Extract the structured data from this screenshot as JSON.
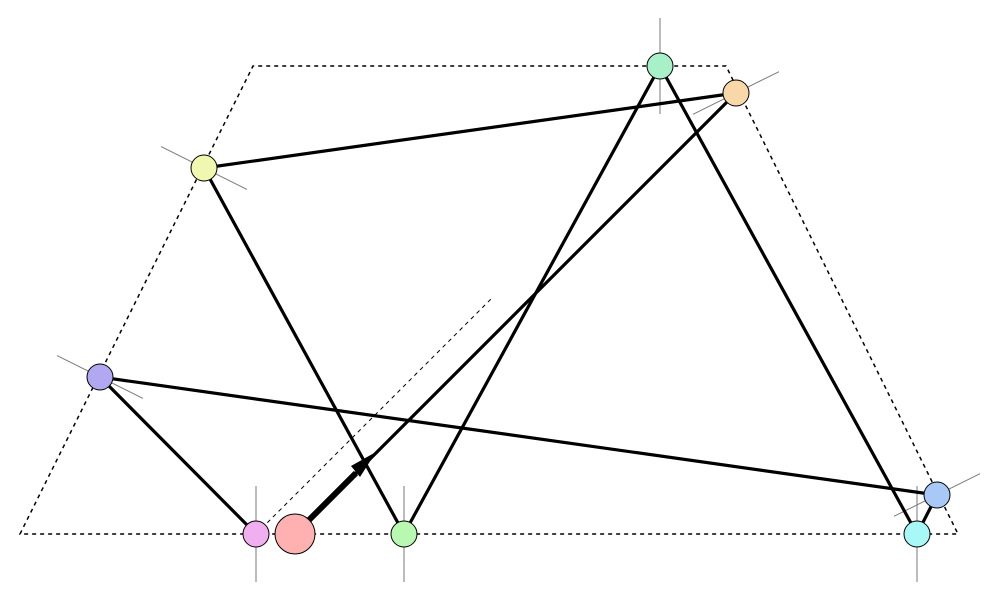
{
  "diagram": {
    "type": "trapezoid-billiard-trajectory",
    "boundary_style": "dotted",
    "colors": {
      "background": "#ffffff",
      "edge": "#000000",
      "boundary": "#000000",
      "normal_line": "#7a7a7a"
    },
    "boundary": [
      "bottom-left",
      "top-left",
      "top-right",
      "bottom-right"
    ],
    "nodes": [
      {
        "id": "start",
        "role": "start-ball",
        "color": "#ffb0b0",
        "edge_side": "bottom"
      },
      {
        "id": "pink",
        "color": "#f0b0f0",
        "edge_side": "bottom"
      },
      {
        "id": "purple",
        "color": "#b0a8f0",
        "edge_side": "left"
      },
      {
        "id": "yellow",
        "color": "#f0f8b0",
        "edge_side": "left"
      },
      {
        "id": "top-green",
        "color": "#a8f0c8",
        "edge_side": "top"
      },
      {
        "id": "orange",
        "color": "#f8d8a8",
        "edge_side": "right"
      },
      {
        "id": "cyan",
        "color": "#a8f8f8",
        "edge_side": "bottom"
      },
      {
        "id": "blue",
        "color": "#a8c8f8",
        "edge_side": "right"
      },
      {
        "id": "bottom-green",
        "color": "#b8f8b0",
        "edge_side": "bottom"
      }
    ],
    "edges": [
      {
        "from": "pink",
        "to": "purple"
      },
      {
        "from": "purple",
        "to": "blue"
      },
      {
        "from": "blue",
        "to": "cyan"
      },
      {
        "from": "cyan",
        "to": "top-green"
      },
      {
        "from": "top-green",
        "to": "bottom-green"
      },
      {
        "from": "bottom-green",
        "to": "yellow"
      },
      {
        "from": "yellow",
        "to": "orange"
      },
      {
        "from": "orange",
        "to": "start"
      }
    ],
    "direction_arrow": {
      "from": "start",
      "direction": "up-right"
    }
  }
}
